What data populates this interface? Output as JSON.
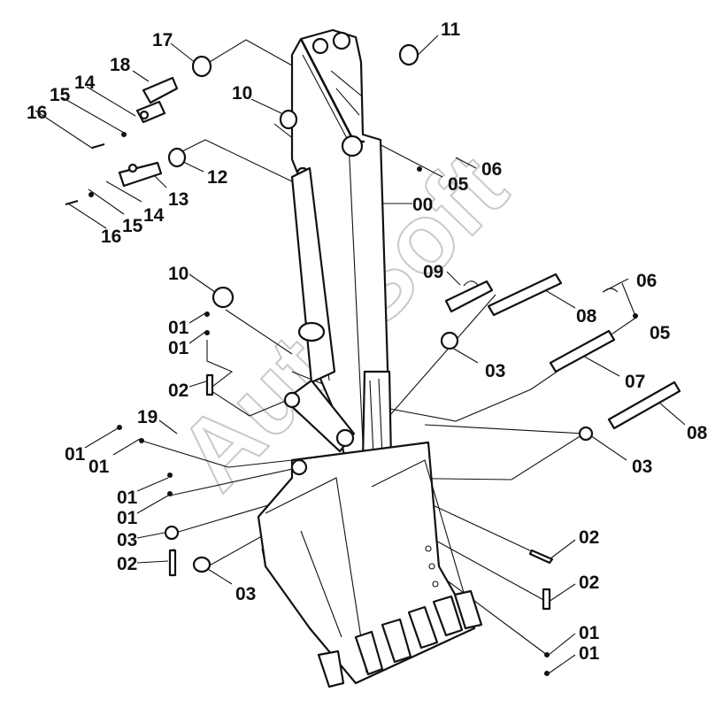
{
  "watermark": "AutoSoft",
  "callouts": [
    {
      "id": "c00",
      "text": "00"
    },
    {
      "id": "c01a",
      "text": "01"
    },
    {
      "id": "c01b",
      "text": "01"
    },
    {
      "id": "c01c",
      "text": "01"
    },
    {
      "id": "c01d",
      "text": "01"
    },
    {
      "id": "c01e",
      "text": "01"
    },
    {
      "id": "c01f",
      "text": "01"
    },
    {
      "id": "c01g",
      "text": "01"
    },
    {
      "id": "c01h",
      "text": "01"
    },
    {
      "id": "c02a",
      "text": "02"
    },
    {
      "id": "c02b",
      "text": "02"
    },
    {
      "id": "c02c",
      "text": "02"
    },
    {
      "id": "c02d",
      "text": "02"
    },
    {
      "id": "c03a",
      "text": "03"
    },
    {
      "id": "c03b",
      "text": "03"
    },
    {
      "id": "c03c",
      "text": "03"
    },
    {
      "id": "c03d",
      "text": "03"
    },
    {
      "id": "c05a",
      "text": "05"
    },
    {
      "id": "c05b",
      "text": "05"
    },
    {
      "id": "c06a",
      "text": "06"
    },
    {
      "id": "c06b",
      "text": "06"
    },
    {
      "id": "c07",
      "text": "07"
    },
    {
      "id": "c08a",
      "text": "08"
    },
    {
      "id": "c08b",
      "text": "08"
    },
    {
      "id": "c09",
      "text": "09"
    },
    {
      "id": "c10a",
      "text": "10"
    },
    {
      "id": "c10b",
      "text": "10"
    },
    {
      "id": "c11",
      "text": "11"
    },
    {
      "id": "c12",
      "text": "12"
    },
    {
      "id": "c13",
      "text": "13"
    },
    {
      "id": "c14a",
      "text": "14"
    },
    {
      "id": "c14b",
      "text": "14"
    },
    {
      "id": "c15a",
      "text": "15"
    },
    {
      "id": "c15b",
      "text": "15"
    },
    {
      "id": "c16a",
      "text": "16"
    },
    {
      "id": "c16b",
      "text": "16"
    },
    {
      "id": "c17",
      "text": "17"
    },
    {
      "id": "c18",
      "text": "18"
    },
    {
      "id": "c19",
      "text": "19"
    }
  ]
}
